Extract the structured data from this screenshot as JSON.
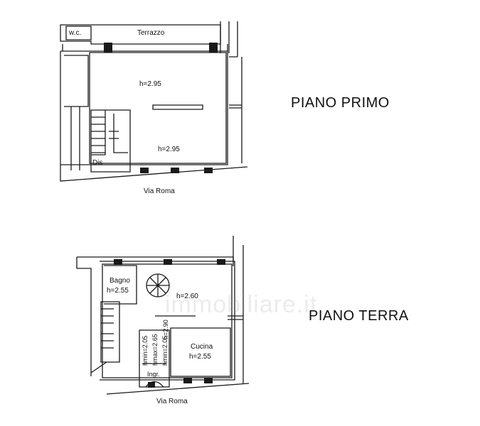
{
  "floors": [
    {
      "title": "PIANO PRIMO",
      "street": "Via Roma",
      "rooms": [
        {
          "label": "w.c."
        },
        {
          "label": "Terrazzo"
        },
        {
          "label": "h=2.95"
        },
        {
          "label": "h=2.95"
        },
        {
          "label": "Dis"
        }
      ]
    },
    {
      "title": "PIANO TERRA",
      "street": "Via Roma",
      "rooms": [
        {
          "label": "Bagno"
        },
        {
          "label": "h=2.55"
        },
        {
          "label": "h=2.60"
        },
        {
          "label": "Cucina"
        },
        {
          "label": "h=2.55"
        },
        {
          "label": "Ingr."
        }
      ],
      "vertical_labels": [
        "hmin=2.05",
        "hmax=2.65",
        "hmin=2.05",
        "h=2.90"
      ]
    }
  ],
  "watermark": "immobiliare.it",
  "colors": {
    "line": "#111111",
    "wall": "#2b2b2b",
    "background": "#ffffff"
  }
}
